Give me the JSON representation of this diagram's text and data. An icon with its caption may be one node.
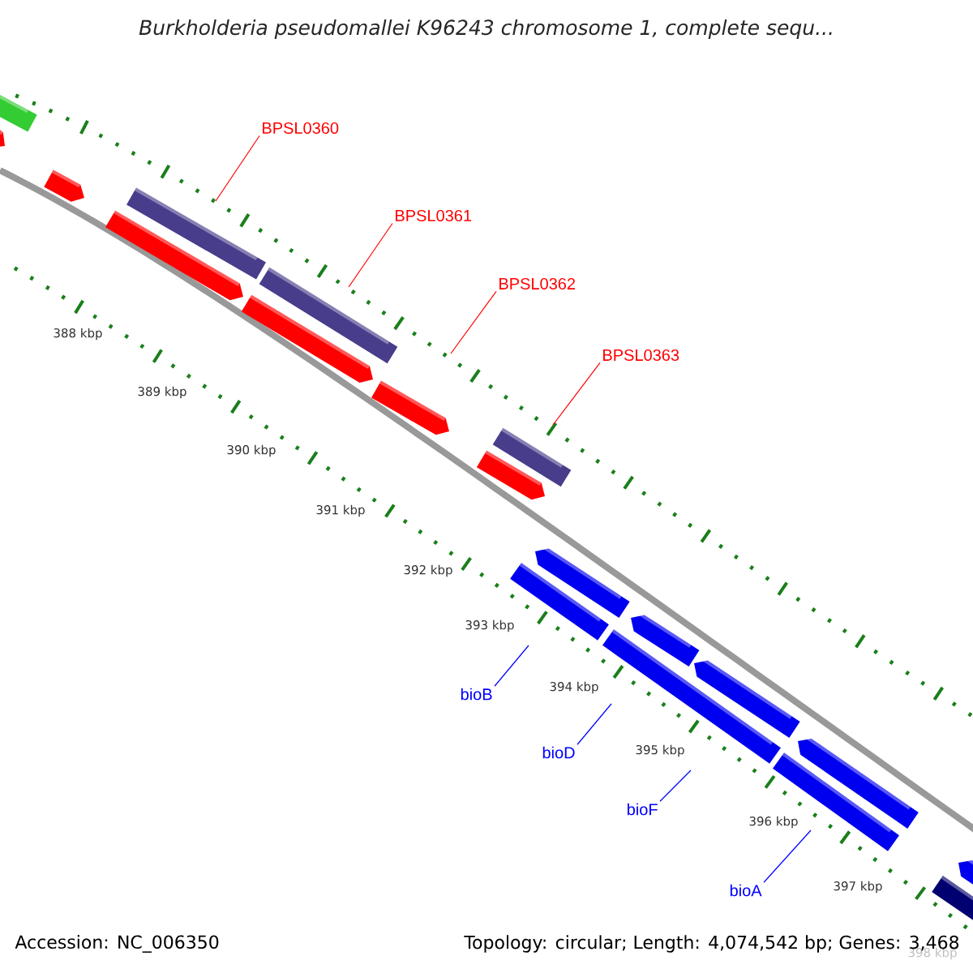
{
  "diagram": {
    "title": "Burkholderia pseudomallei K96243 chromosome 1, complete sequ...",
    "nodes": [
      {
        "text": [
          "BPSL0360"
        ]
      },
      {
        "text": [
          "BPSL0361"
        ]
      },
      {
        "text": [
          "BPSL0362"
        ]
      },
      {
        "text": [
          "BPSL0363"
        ]
      },
      {
        "text": [
          "bioB"
        ]
      },
      {
        "text": [
          "bioD"
        ]
      },
      {
        "text": [
          "bioF"
        ]
      },
      {
        "text": [
          "bioA"
        ]
      }
    ],
    "edges": [
      {
        "from": 0,
        "to": null,
        "arrow": "none"
      },
      {
        "from": 1,
        "to": null,
        "arrow": "none"
      },
      {
        "from": 2,
        "to": null,
        "arrow": "none"
      },
      {
        "from": 3,
        "to": null,
        "arrow": "none"
      },
      {
        "from": 4,
        "to": null,
        "arrow": "none",
        "color": "#0000ff"
      },
      {
        "from": 5,
        "to": null,
        "arrow": "none",
        "color": "#0000ff"
      },
      {
        "from": 6,
        "to": null,
        "arrow": "none",
        "color": "#0000ff"
      },
      {
        "from": 7,
        "to": null,
        "arrow": "none",
        "color": "#0000ff"
      }
    ],
    "labels": [
      "388 kbp",
      "389 kbp",
      "390 kbp",
      "391 kbp",
      "392 kbp",
      "393 kbp",
      "394 kbp",
      "395 kbp",
      "396 kbp",
      "397 kbp",
      "398 kbp",
      "Accession: NC_006350",
      "Topology: circular; Length: 4,074,542 bp; Genes: 3,468"
    ]
  }
}
